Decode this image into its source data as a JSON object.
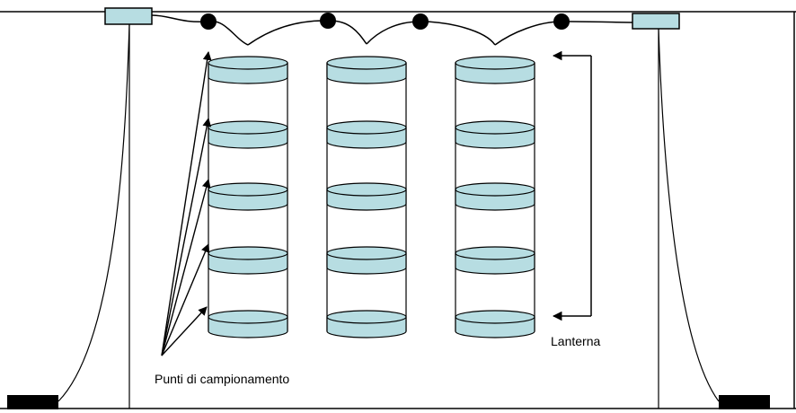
{
  "diagram": {
    "labels": {
      "lanterna": "Lanterna",
      "sampling_points": "Punti di campionamento"
    },
    "colors": {
      "disk_fill": "#b7dde2",
      "line": "#000000",
      "anchor": "#000000",
      "buoy_fill": "#b7dde2"
    },
    "structure": {
      "lantern_count": 3,
      "tiers_per_lantern": 5,
      "float_count": 4,
      "buoy_count": 2,
      "anchor_count": 2,
      "sampling_arrows": 5
    }
  }
}
